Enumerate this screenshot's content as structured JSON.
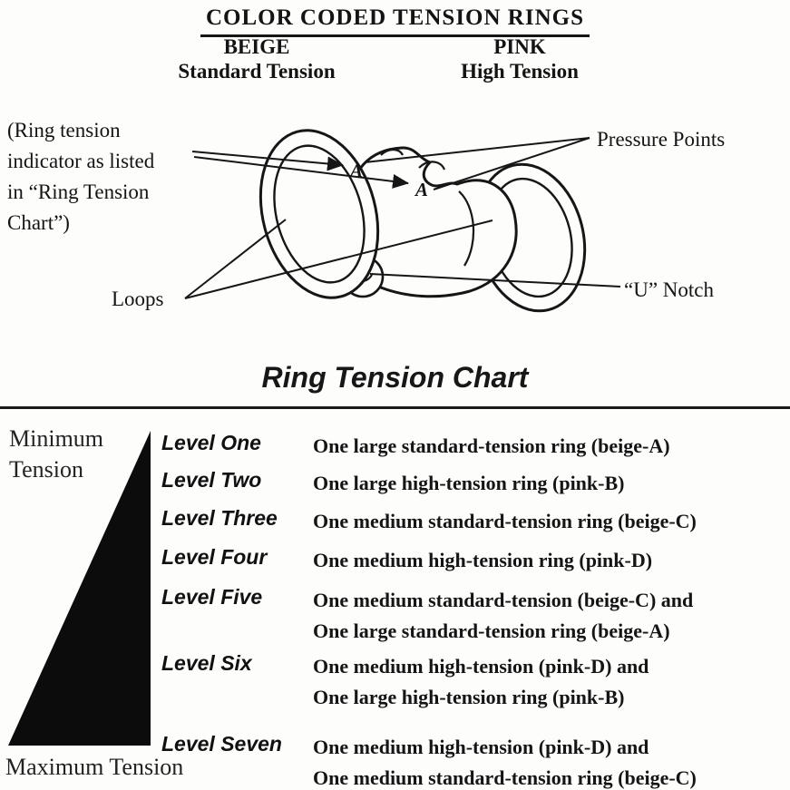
{
  "header": {
    "title": "COLOR CODED TENSION RINGS",
    "beige": {
      "name": "BEIGE",
      "desc": "Standard Tension"
    },
    "pink": {
      "name": "PINK",
      "desc": "High Tension"
    }
  },
  "diagram": {
    "note_lines": [
      "(Ring tension",
      "indicator as listed",
      "in “Ring Tension",
      "Chart”)"
    ],
    "loops_label": "Loops",
    "pressure_label": "Pressure Points",
    "unotch_label": "“U” Notch",
    "marker_a": "A"
  },
  "chart": {
    "title": "Ring Tension Chart",
    "min_lines": [
      "Minimum",
      "Tension"
    ],
    "max_label": "Maximum Tension",
    "rows": [
      {
        "level": "Level One",
        "line1": "One large standard-tension ring (beige-A)",
        "line2": ""
      },
      {
        "level": "Level Two",
        "line1": "One large high-tension ring (pink-B)",
        "line2": ""
      },
      {
        "level": "Level Three",
        "line1": "One medium standard-tension ring (beige-C)",
        "line2": ""
      },
      {
        "level": "Level Four",
        "line1": "One medium high-tension ring (pink-D)",
        "line2": ""
      },
      {
        "level": "Level Five",
        "line1": "One medium standard-tension (beige-C) and",
        "line2": "One large standard-tension ring (beige-A)"
      },
      {
        "level": "Level Six",
        "line1": "One medium high-tension (pink-D) and",
        "line2": "One large high-tension ring (pink-B)"
      },
      {
        "level": "Level Seven",
        "line1": "One medium high-tension (pink-D) and",
        "line2": "One medium standard-tension ring (beige-C)"
      }
    ]
  }
}
